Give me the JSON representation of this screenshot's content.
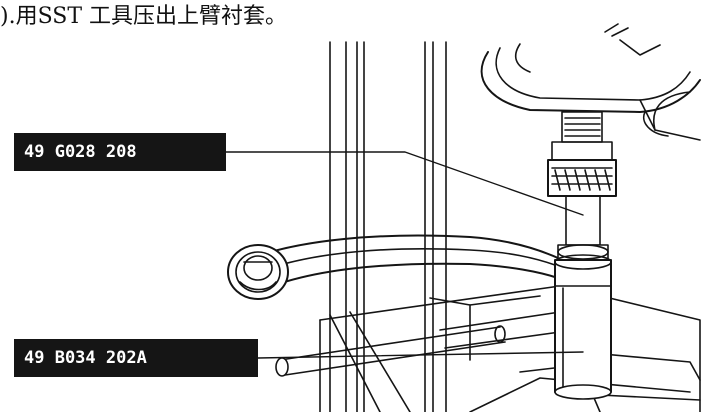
{
  "instruction": ").用SST 工具压出上臂衬套。",
  "callouts": {
    "top": "49 G028 208",
    "bottom": "49 B034 202A"
  },
  "colors": {
    "ink": "#151515",
    "background": "#ffffff",
    "label_text": "#ffffff"
  }
}
